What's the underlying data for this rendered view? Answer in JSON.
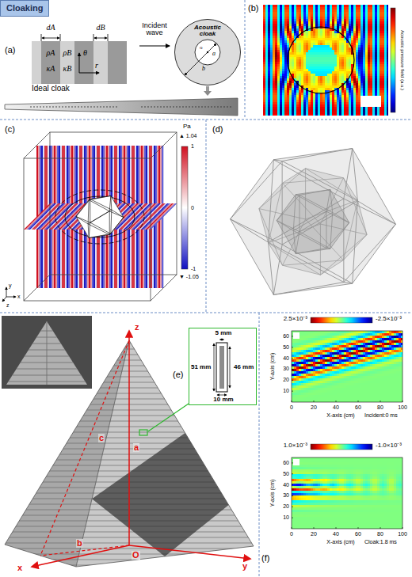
{
  "diagram": {
    "title": "Cloaking",
    "nodes": [
      {
        "text": [
          "Acoustic cloak",
          "a",
          "b",
          "o"
        ]
      },
      {
        "text": [
          "Ideal cloak"
        ]
      },
      {
        "text": [
          "5 mm",
          "51 mm",
          "46 mm",
          "10 mm"
        ]
      }
    ],
    "edges": [
      {
        "from": 0,
        "to": 1,
        "arrow": "to"
      }
    ],
    "labels": [
      "(a)",
      "dA",
      "dB",
      "ρA",
      "κA",
      "ρB",
      "κB",
      "θ",
      "r",
      "Incident wave",
      "(b)",
      "Acoustic pressure field (a.u.)",
      "(c)",
      "Pa",
      "▲ 1.04",
      "1",
      "0",
      "-1",
      "▼ -1.05",
      "y",
      "z",
      "x",
      "(d)",
      "(e)",
      "z",
      "c",
      "a",
      "x",
      "b",
      "O",
      "y",
      "2.5×10⁻³",
      "-2.5×10⁻³",
      "Y-axis (cm)",
      "60",
      "50",
      "40",
      "30",
      "20",
      "10",
      "0",
      "20",
      "40",
      "60",
      "80",
      "100",
      "X-axis (cm)",
      "Incident:0 ms",
      "(f)",
      "1.0×10⁻³",
      "-1.0×10⁻³",
      "Y-axis (cm)",
      "60",
      "50",
      "40",
      "30",
      "20",
      "10",
      "0",
      "20",
      "40",
      "60",
      "80",
      "100",
      "X-axis (cm)",
      "Cloak:1.8 ms"
    ]
  }
}
